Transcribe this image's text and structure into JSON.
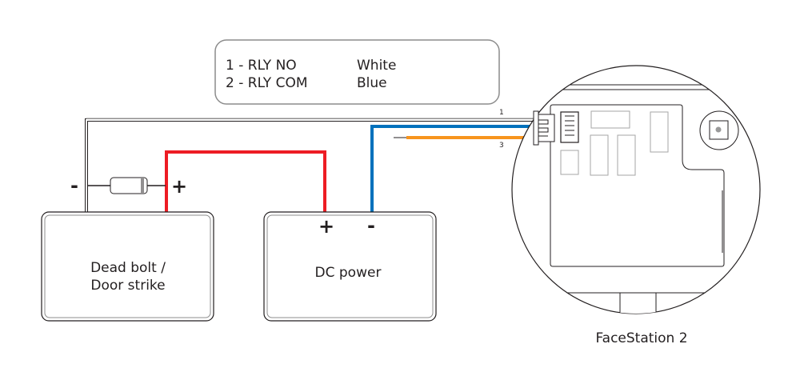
{
  "diagram": {
    "title": "FaceStation 2 relay wiring to dead bolt / door strike",
    "legend": {
      "rows": [
        {
          "pin": "1 - RLY NO",
          "color_name": "White"
        },
        {
          "pin": "2 - RLY COM",
          "color_name": "Blue"
        }
      ]
    },
    "pin_labels": {
      "pin1": "1",
      "pin3": "3"
    },
    "components": {
      "lock": {
        "line1": "Dead bolt /",
        "line2": "Door strike",
        "minus": "-",
        "plus": "+"
      },
      "power": {
        "label": "DC power",
        "plus": "+",
        "minus": "-"
      },
      "device": {
        "caption": "FaceStation 2"
      }
    },
    "wire_colors": {
      "white": "#b3b3b3",
      "blue": "#0071bc",
      "orange": "#f7941d",
      "red": "#ed1c24",
      "black": "#231f20"
    }
  }
}
